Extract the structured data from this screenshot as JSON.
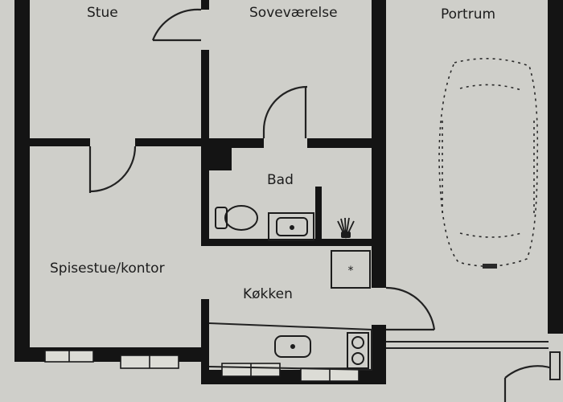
{
  "rooms": {
    "stue": "Stue",
    "sovevaerelse": "Soveværelse",
    "portrum": "Portrum",
    "bad": "Bad",
    "spisestue": "Spisestue/kontor",
    "kokken": "Køkken"
  },
  "colors": {
    "paper": "#cfcfca",
    "wall": "#141414",
    "line": "#222222"
  },
  "symbols": [
    "toilet-icon",
    "washbasin-icon",
    "shower-icon",
    "washing-machine-icon",
    "sink-icon",
    "stove-icon",
    "car-icon"
  ]
}
